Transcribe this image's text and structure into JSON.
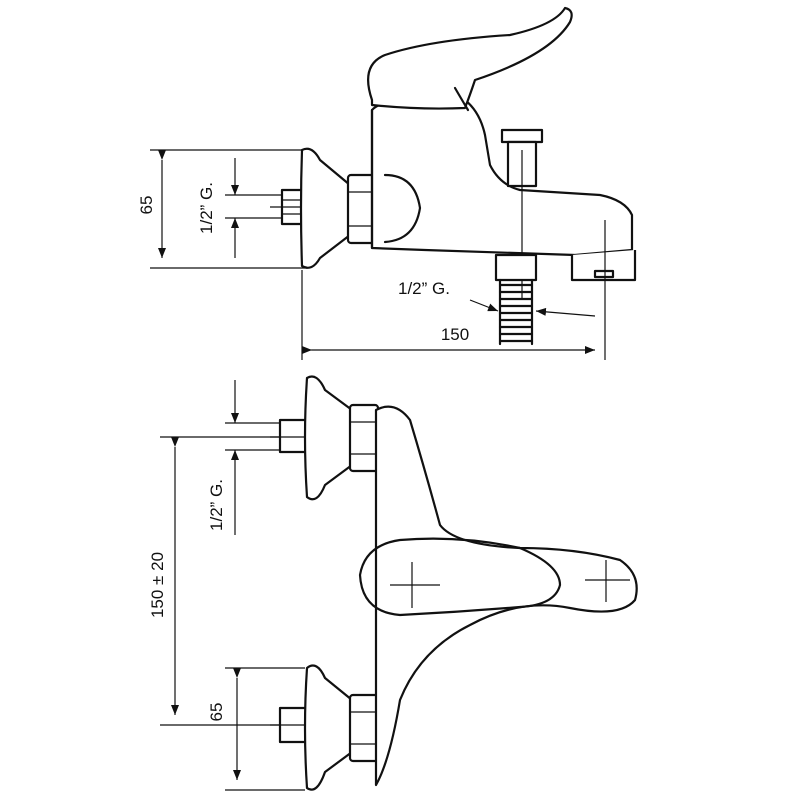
{
  "side_view": {
    "dim_height": "65",
    "inlet_thread": "1/2” G.",
    "outlet_thread": "1/2” G.",
    "dim_projection": "150"
  },
  "front_view": {
    "dim_centers": "150 ± 20",
    "inlet_thread": "1/2” G.",
    "dim_height": "65"
  }
}
